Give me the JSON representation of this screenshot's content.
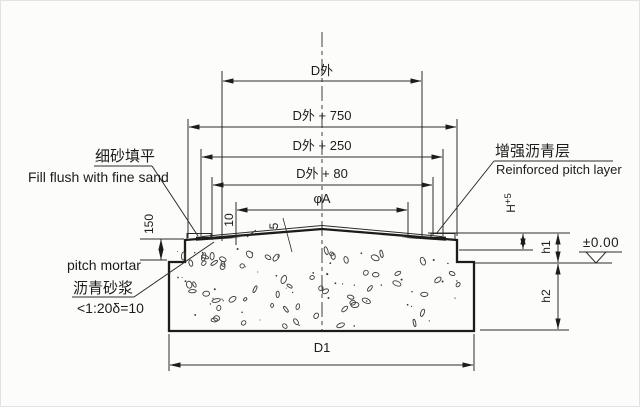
{
  "drawing": {
    "colors": {
      "line": "#2b2b2b",
      "paper": "#fcfcfa"
    },
    "top_dimensions": [
      {
        "label": "D外"
      },
      {
        "label": "D外 + 750"
      },
      {
        "label": "D外 + 250"
      },
      {
        "label": "D外 + 80"
      },
      {
        "label": "φA"
      }
    ],
    "bottom_dimension": {
      "label": "D1"
    },
    "side_dimensions": {
      "curb_height": "150",
      "mortar_thickness": "10",
      "layer_step": "5",
      "plate_level_main": "H",
      "plate_level_tol": "+5",
      "h1": "h1",
      "h2": "h2",
      "datum": "±0.00"
    },
    "annotations": {
      "fine_sand_zh": "细砂填平",
      "fine_sand_en": "Fill flush with fine sand",
      "pitch_mortar_en": "pitch mortar",
      "pitch_mortar_zh": "沥青砂浆",
      "slope_note": "<1:20δ=10",
      "reinforced_zh": "增强沥青层",
      "reinforced_en": "Reinforced pitch layer"
    }
  }
}
